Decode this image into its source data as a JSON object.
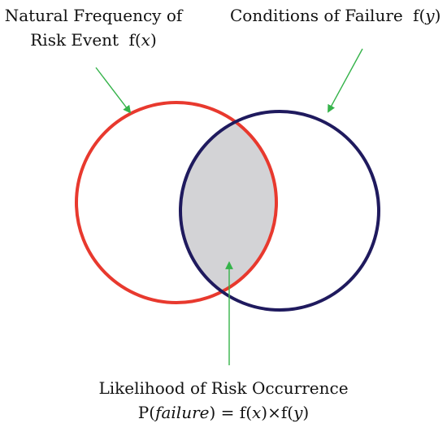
{
  "label_x": {
    "line1": "Natural Frequency of",
    "line2_text": "Risk Event",
    "fn_name": "f",
    "fn_var": "x"
  },
  "label_y": {
    "text": "Conditions of Failure",
    "fn_name": "f",
    "fn_var": "y"
  },
  "label_intersection": {
    "line1": "Likelihood of Risk Occurrence",
    "p": "P",
    "p_arg": "failure",
    "eq": " = ",
    "fx_name": "f",
    "fx_var": "x",
    "times": "×",
    "fy_name": "f",
    "fy_var": "y"
  },
  "colors": {
    "circle_x": "#e8392e",
    "circle_y": "#1f1a5e",
    "intersection_fill": "#d3d3d6",
    "arrow": "#35b34a"
  }
}
